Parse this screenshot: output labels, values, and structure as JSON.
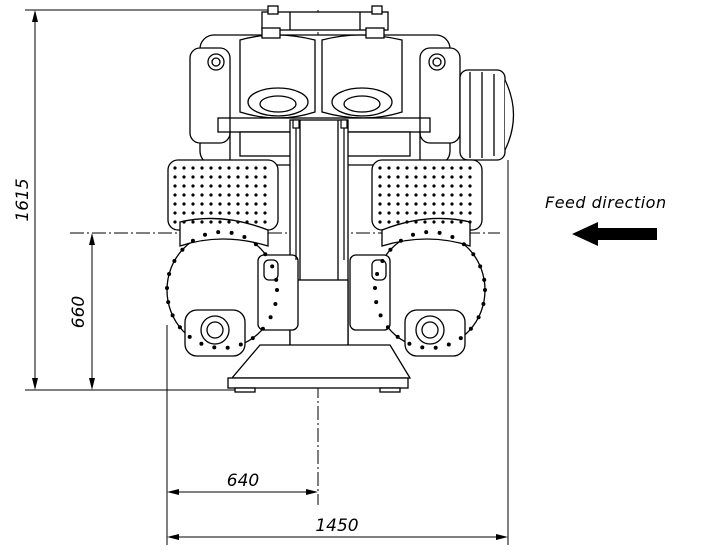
{
  "annotation": {
    "feed_direction_label": "Feed direction"
  },
  "dimensions": {
    "overall_height": "1615",
    "axis_height": "660",
    "half_width": "640",
    "overall_width": "1450"
  },
  "icons": {
    "feed_arrow": "arrow-left-icon"
  },
  "colors": {
    "line": "#000000",
    "background": "#ffffff"
  }
}
